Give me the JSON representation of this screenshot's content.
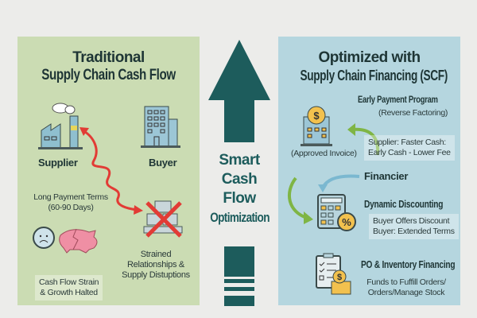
{
  "left": {
    "title_line1": "Traditional",
    "title_line2": "Supply Chain Cash Flow",
    "supplier_label": "Supplier",
    "buyer_label": "Buyer",
    "payment_terms_line1": "Long Payment Terms",
    "payment_terms_line2": "(60-90 Days)",
    "strain_line1": "Cash Flow Strain",
    "strain_line2": "& Growth Halted",
    "strained_line1": "Strained",
    "strained_line2": "Relationships &",
    "strained_line3": "Supply Distuptions"
  },
  "center": {
    "line1": "Smart",
    "line2": "Cash",
    "line3": "Flow",
    "line4": "Optimization"
  },
  "right": {
    "title_line1": "Optimized with",
    "title_line2": "Supply Chain Financing (SCF)",
    "early_title": "Early Payment Program",
    "early_sub": "(Reverse Factoring)",
    "approved_invoice": "(Approved Invoice)",
    "supplier_line1": "Supplier: Faster Cash:",
    "supplier_line2": "Early Cash - Lower Fee",
    "financier": "Financier",
    "dynamic_title": "Dynamic Discounting",
    "dynamic_line1": "Buyer Offers Discount",
    "dynamic_line2": "Buyer: Extended Terms",
    "po_title": "PO & Inventory Financing",
    "po_line1": "Funds to Fuffill Orders/",
    "po_line2": "Orders/Manage Stock"
  },
  "colors": {
    "teal": "#1d5c5c",
    "left_bg": "#cbdcb3",
    "right_bg": "#b5d6df",
    "red": "#e23b35",
    "green": "#7fb545",
    "gold": "#f2c14e"
  }
}
